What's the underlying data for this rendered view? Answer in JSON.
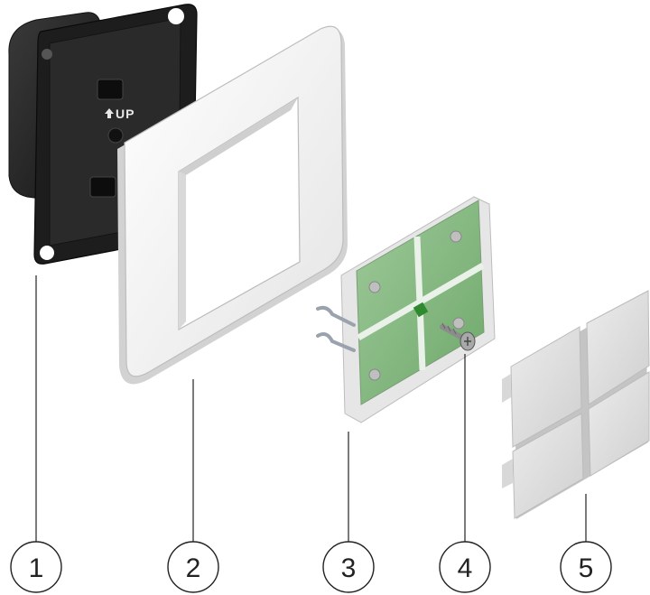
{
  "diagram": {
    "box_marking": "UP",
    "callouts": [
      {
        "label": "1",
        "part": "flush-mounted-box"
      },
      {
        "label": "2",
        "part": "cover-frame"
      },
      {
        "label": "3",
        "part": "circuit-board-module"
      },
      {
        "label": "4",
        "part": "mounting-screw"
      },
      {
        "label": "5",
        "part": "four-rocker-cover"
      }
    ]
  }
}
